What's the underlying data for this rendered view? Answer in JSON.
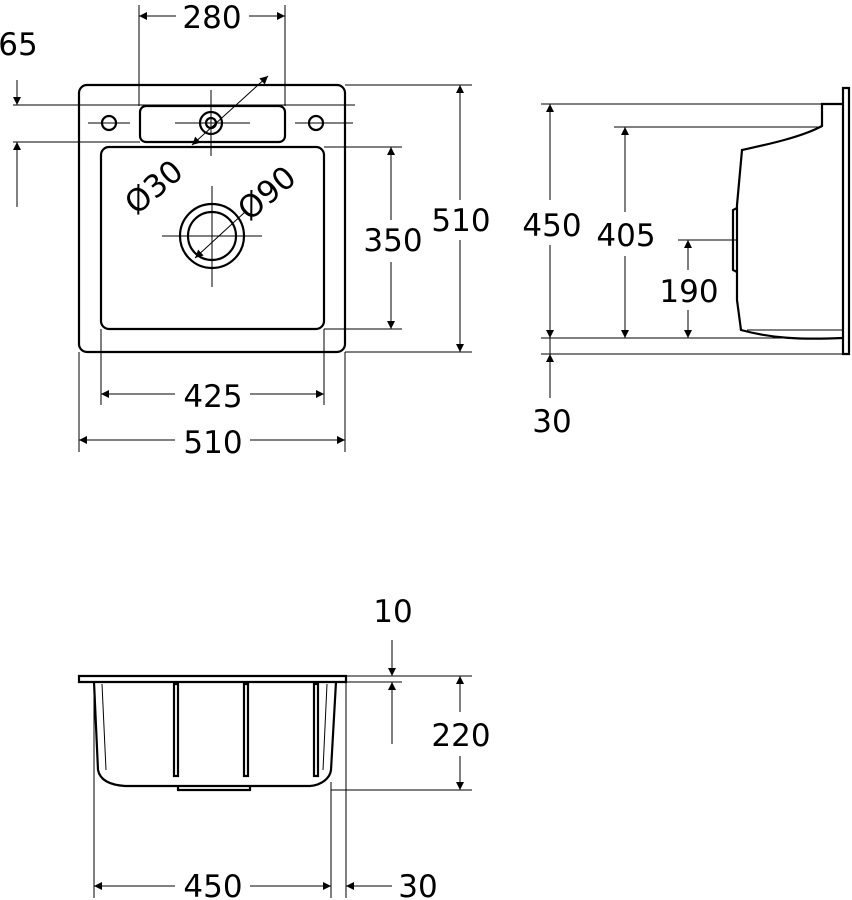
{
  "drawing": {
    "top_view": {
      "tap_hole_spacing": "280",
      "tap_hole_offset": "65",
      "tap_hole_diameter": "Ø30",
      "drain_diameter": "Ø90",
      "bowl_depth_length": "350",
      "overall_length": "510",
      "bowl_width": "425",
      "overall_width": "510"
    },
    "side_view": {
      "total_height": "450",
      "bowl_height": "405",
      "overflow_height": "190",
      "rim_thickness": "30"
    },
    "front_view": {
      "rim": "10",
      "depth": "220",
      "bowl_width": "450",
      "rim_overhang": "30"
    }
  }
}
